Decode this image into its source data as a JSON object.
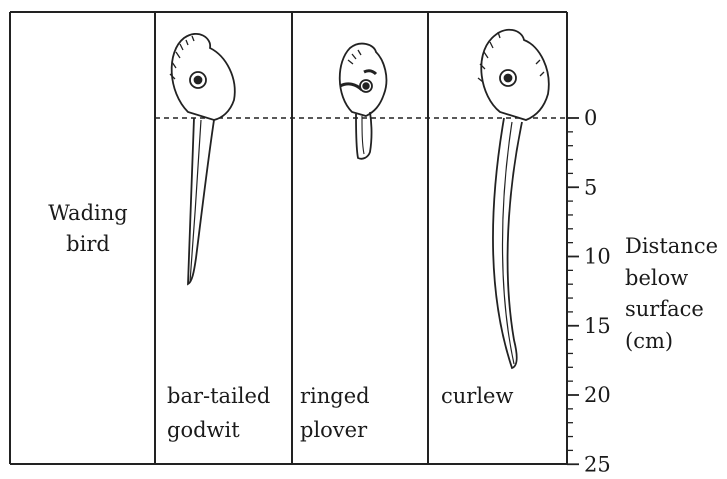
{
  "row_header": [
    "Wading",
    "bird"
  ],
  "birds": [
    {
      "name_lines": [
        "bar-tailed",
        "godwit"
      ],
      "beak_depth_cm": 12
    },
    {
      "name_lines": [
        "ringed",
        "plover"
      ],
      "beak_depth_cm": 2.5
    },
    {
      "name_lines": [
        "curlew"
      ],
      "beak_depth_cm": 18
    }
  ],
  "scale": {
    "title_lines": [
      "Distance",
      "below",
      "surface",
      "(cm)"
    ],
    "major_ticks": [
      0,
      5,
      10,
      15,
      20,
      25
    ],
    "max": 25
  }
}
